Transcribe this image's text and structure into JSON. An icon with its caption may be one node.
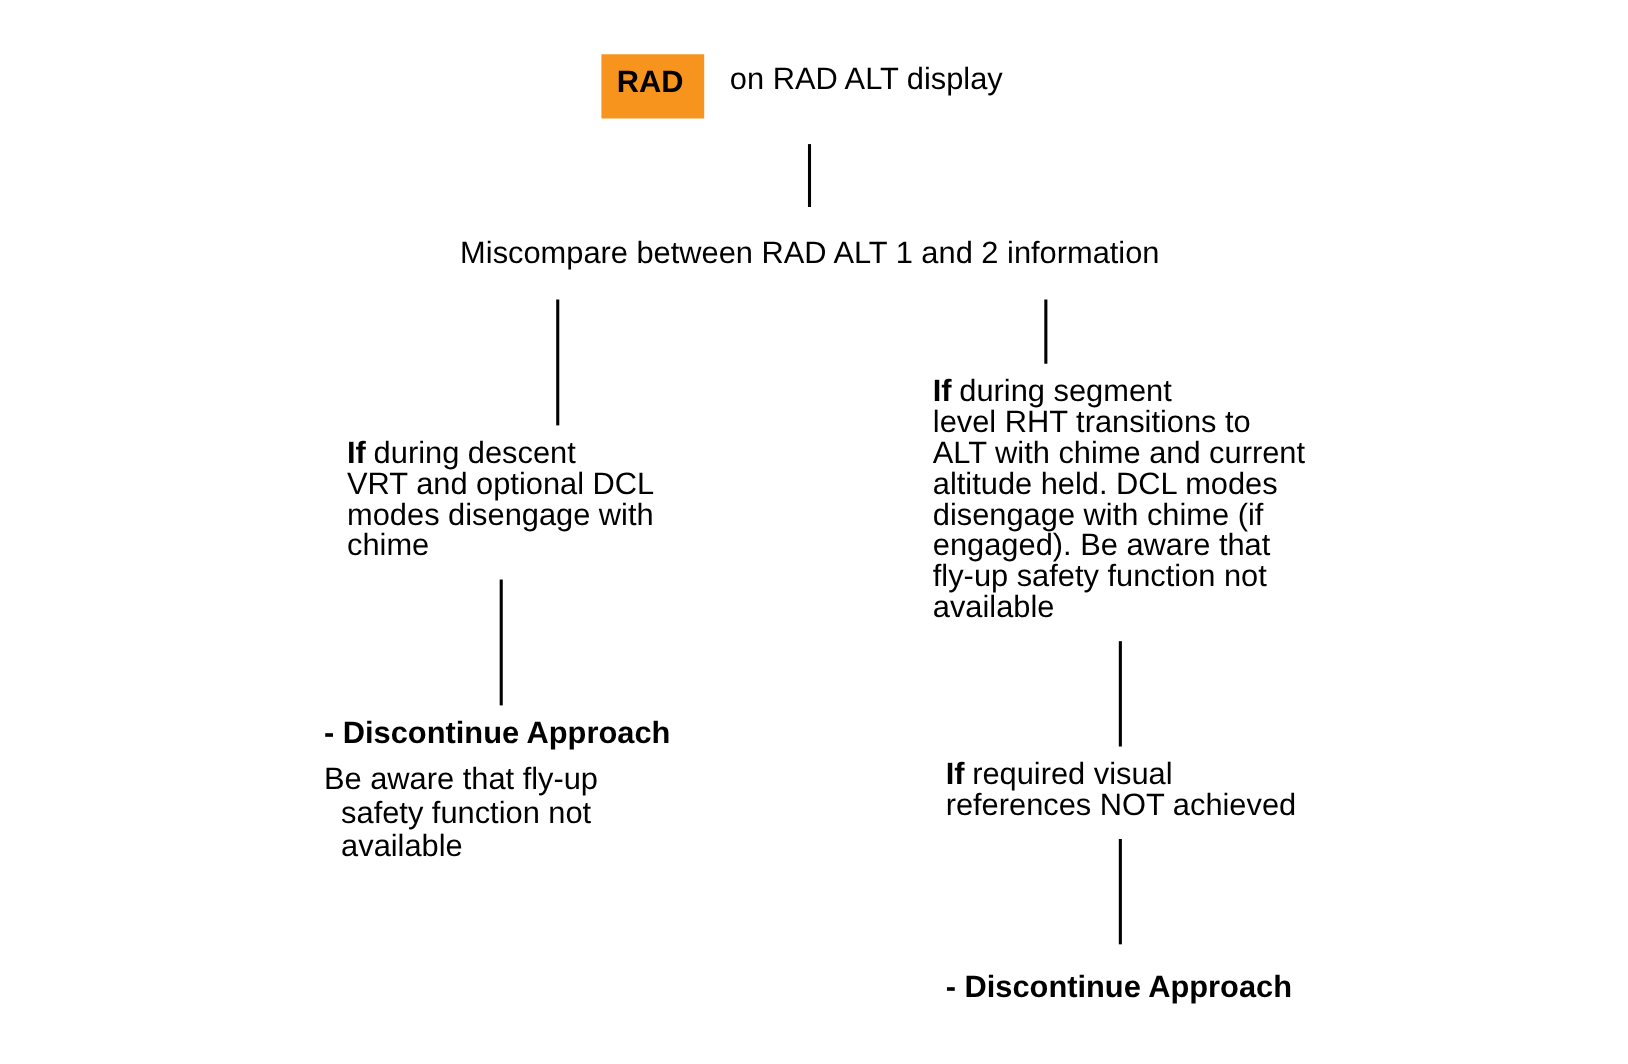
{
  "diagram": {
    "nodes": [
      {
        "text": [
          "RAD"
        ],
        "beside": [
          "on RAD ALT display"
        ]
      },
      {
        "text": [
          "Miscompare between RAD ALT 1 and 2 information"
        ]
      },
      {
        "text": [
          "**If** during descent VRT and optional DCL modes disengage with chime"
        ]
      },
      {
        "text": [
          "**If** during segment level RHT transitions to ALT with chime and current altitude held. DCL modes disengage with chime (if engaged). Be aware that fly-up safety function not available"
        ]
      },
      {
        "text": [
          "- Discontinue Approach",
          "Be aware that fly-up safety function not available"
        ]
      },
      {
        "text": [
          "**If** required visual references NOT achieved"
        ]
      },
      {
        "text": [
          "- Discontinue Approach"
        ]
      }
    ],
    "edges": [
      {
        "from": 0,
        "to": 1,
        "arrow": "none"
      },
      {
        "from": 1,
        "to": 2,
        "arrow": "none"
      },
      {
        "from": 1,
        "to": 3,
        "arrow": "none"
      },
      {
        "from": 2,
        "to": 4,
        "arrow": "none"
      },
      {
        "from": 3,
        "to": 5,
        "arrow": "none"
      },
      {
        "from": 5,
        "to": 6,
        "arrow": "none"
      }
    ]
  }
}
